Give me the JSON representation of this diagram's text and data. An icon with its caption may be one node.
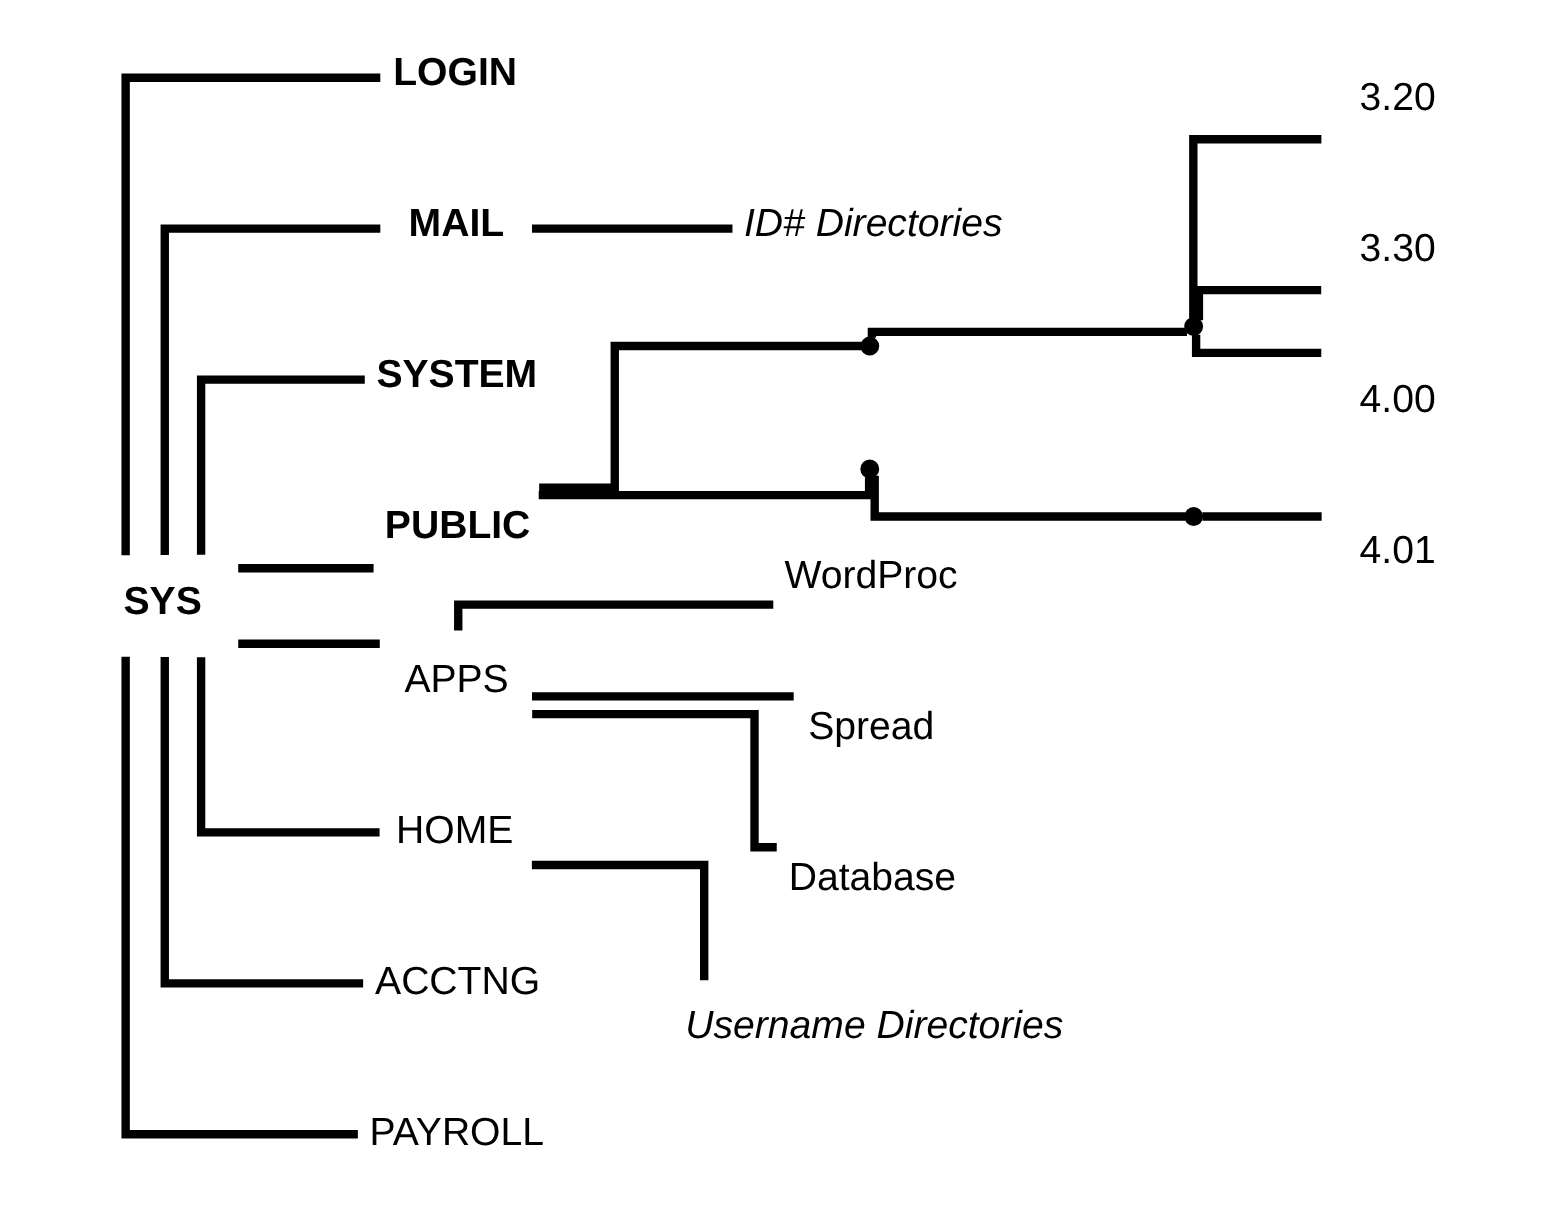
{
  "diagram": {
    "nodes": [
      {
        "text": [
          "SYS"
        ]
      },
      {
        "text": [
          "LOGIN"
        ]
      },
      {
        "text": [
          "MAIL"
        ]
      },
      {
        "text": [
          "ID# Directories"
        ]
      },
      {
        "text": [
          "SYSTEM"
        ]
      },
      {
        "text": [
          "PUBLIC"
        ]
      },
      {
        "text": [],
        "shape": "point"
      },
      {
        "text": [],
        "shape": "point"
      },
      {
        "text": [
          "3.20"
        ]
      },
      {
        "text": [
          "3.30"
        ]
      },
      {
        "text": [
          "4.00"
        ]
      },
      {
        "text": [],
        "shape": "point"
      },
      {
        "text": [],
        "shape": "point"
      },
      {
        "text": [
          "4.01"
        ]
      },
      {
        "text": [
          "APPS"
        ]
      },
      {
        "text": [
          "WordProc"
        ]
      },
      {
        "text": [
          "Spread"
        ]
      },
      {
        "text": [
          "Database"
        ]
      },
      {
        "text": [
          "HOME"
        ]
      },
      {
        "text": [
          "Username Directories"
        ]
      },
      {
        "text": [
          "ACCTNG"
        ]
      },
      {
        "text": [
          "PAYROLL"
        ]
      }
    ],
    "edges": [
      {
        "from": 0,
        "to": 1,
        "arrow": "none"
      },
      {
        "from": 0,
        "to": 2,
        "arrow": "none"
      },
      {
        "from": 2,
        "to": 3,
        "arrow": "none"
      },
      {
        "from": 0,
        "to": 4,
        "arrow": "none"
      },
      {
        "from": 0,
        "to": 5,
        "arrow": "none"
      },
      {
        "from": 5,
        "to": 6,
        "arrow": "none"
      },
      {
        "from": 6,
        "to": 7,
        "arrow": "none"
      },
      {
        "from": 7,
        "to": 8,
        "arrow": "none"
      },
      {
        "from": 7,
        "to": 9,
        "arrow": "none"
      },
      {
        "from": 7,
        "to": 10,
        "arrow": "none"
      },
      {
        "from": 5,
        "to": 11,
        "arrow": "none"
      },
      {
        "from": 11,
        "to": 12,
        "arrow": "none"
      },
      {
        "from": 12,
        "to": 13,
        "arrow": "none"
      },
      {
        "from": 0,
        "to": 14,
        "arrow": "none"
      },
      {
        "from": 14,
        "to": 15,
        "arrow": "none"
      },
      {
        "from": 14,
        "to": 16,
        "arrow": "none"
      },
      {
        "from": 14,
        "to": 17,
        "arrow": "none"
      },
      {
        "from": 0,
        "to": 18,
        "arrow": "none"
      },
      {
        "from": 18,
        "to": 19,
        "arrow": "none"
      },
      {
        "from": 0,
        "to": 20,
        "arrow": "none"
      },
      {
        "from": 0,
        "to": 21,
        "arrow": "none"
      }
    ]
  }
}
